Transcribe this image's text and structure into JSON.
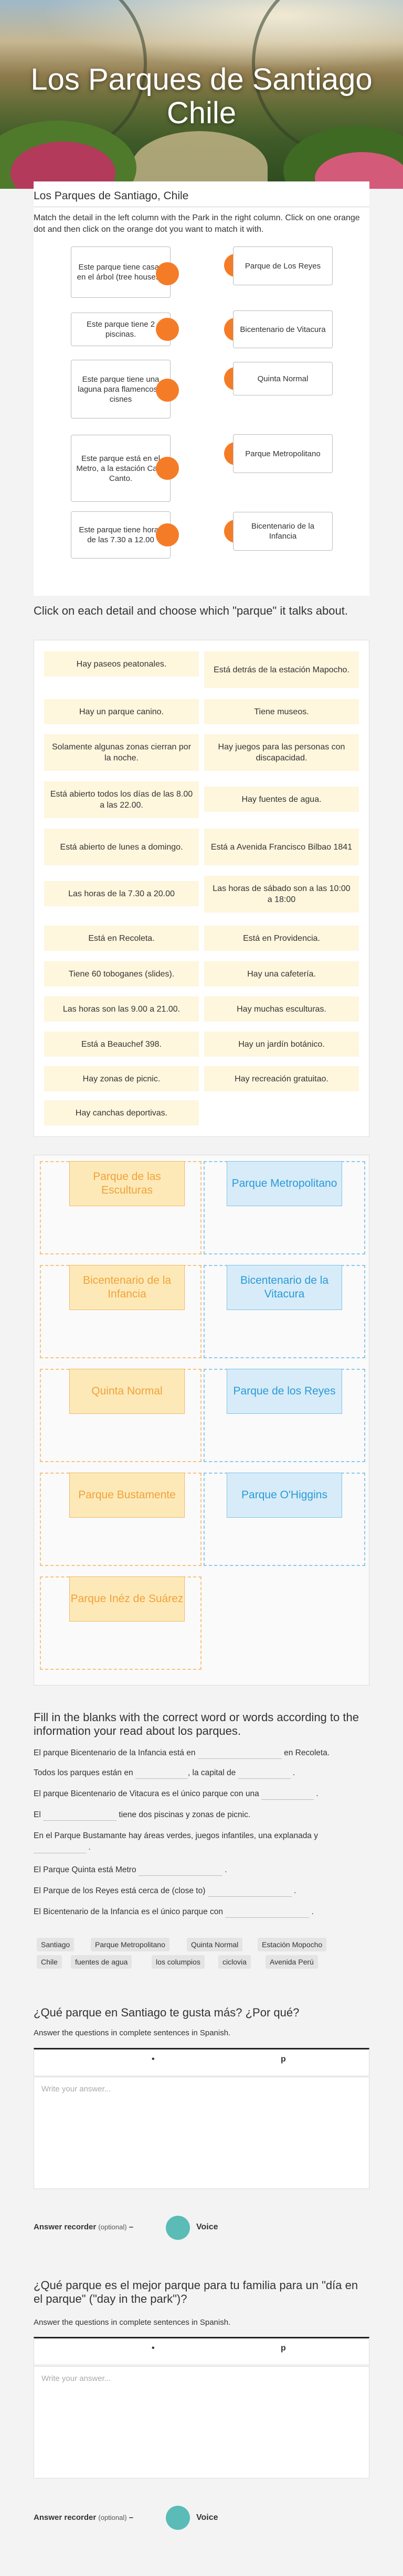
{
  "hero": {
    "title": "Los Parques de Santiago Chile"
  },
  "matching": {
    "title": "Los Parques de Santiago, Chile",
    "instructions": "Match the detail in the left column with the Park in the right column. Click on one orange dot and then click on the orange dot you want to match it with.",
    "left": [
      "Este parque tiene casas en el árbol (tree houses).",
      "Este parque tiene 2 piscinas.",
      "Este parque tiene una laguna para flamencos y cisnes",
      "Este parque está en el Metro, a la estación Cal y Canto.",
      "Este parque tiene horas de las 7.30 a 12.00"
    ],
    "right": [
      "Parque de Los Reyes",
      "Bicentenario de Vitacura",
      "Quinta Normal",
      "Parque Metropolitano",
      "Bicentenario de la Infancia"
    ]
  },
  "sorting": {
    "title": "Click on each detail and choose which \"parque\" it talks about.",
    "items": [
      "Hay paseos peatonales.",
      "Está detrás de la estación Mapocho.",
      "Hay un parque canino.",
      "Tiene museos.",
      "Solamente algunas zonas cierran por la noche.",
      "Hay juegos para las personas con discapacidad.",
      "Está abierto todos los días de las 8.00 a las 22.00.",
      "Hay fuentes de agua.",
      "Está abierto de lunes a domingo.",
      "Está a Avenida Francisco Bilbao 1841",
      "Las horas de la 7.30 a 20.00",
      "Las horas de sábado son a las 10:00 a 18:00",
      "Está en Recoleta.",
      "Está en Providencia.",
      "Tiene 60 toboganes (slides).",
      "Hay una cafetería.",
      "Las horas son las 9.00 a 21.00.",
      "Hay muchas esculturas.",
      "Está a Beauchef 398.",
      "Hay un jardín botánico.",
      "Hay zonas de picnic.",
      "Hay recreación gratuitao.",
      "Hay canchas deportivas."
    ]
  },
  "buckets": [
    "Parque de las Esculturas",
    "Parque Metropolitano",
    "Bicentenario de la Infancia",
    "Bicentenario de la Vitacura",
    "Quinta Normal",
    "Parque de los Reyes",
    "Parque Bustamente",
    "Parque O'Higgins",
    "Parque Inéz de Suárez"
  ],
  "fill": {
    "title": "Fill in the blanks with the correct word or words according to the information your read about los parques.",
    "s1a": "El parque Bicentenario de la Infancia está en",
    "s1b": "en Recoleta.",
    "s2a": "Todos los parques están en",
    "s2b": ", la capital de",
    "s2c": ".",
    "s3a": "El parque Bicentenario de Vitacura es el único parque con una",
    "s3b": ".",
    "s4a": "El",
    "s4b": "tiene dos piscinas y zonas de picnic.",
    "s5a": "En el Parque Bustamante hay áreas verdes, juegos infantiles, una explanada y",
    "s5b": ".",
    "s6a": "El Parque Quinta está Metro",
    "s6b": ".",
    "s7a": "El Parque de los Reyes está cerca de (close to)",
    "s7b": ".",
    "s8a": "El Bicentenario de la Infancia es el único parque con",
    "s8b": ".",
    "bank": [
      "Santiago",
      "Parque Metropolitano",
      "Quinta Normal",
      "Estación Mopocho",
      "Chile",
      "fuentes de agua",
      "los columpios",
      "ciclovia",
      "Avenida Perú"
    ]
  },
  "q1": {
    "title": "¿Qué parque en Santiago te gusta más? ¿Por qué?",
    "instr": "Answer the questions in complete sentences in Spanish.",
    "tool_dot": "•",
    "tool_p": "p",
    "placeholder": "Write your answer...",
    "recorder": "Answer recorder",
    "optional": "(optional)",
    "voice": "Voice"
  },
  "q2": {
    "title": "¿Qué parque es el mejor parque para tu familia para un \"día en el parque\" (\"day in the park\")?",
    "instr": "Answer the questions in complete sentences in Spanish.",
    "tool_dot": "•",
    "tool_p": "p",
    "placeholder": "Write your answer...",
    "recorder": "Answer recorder",
    "optional": "(optional)",
    "voice": "Voice"
  },
  "colors": {
    "accent_orange": "#f57c26",
    "pill_bg": "#fef6dd",
    "recorder_teal": "#5bbbb6",
    "bucket_orange": "#f0a23a",
    "bucket_blue": "#2a9ad8"
  }
}
